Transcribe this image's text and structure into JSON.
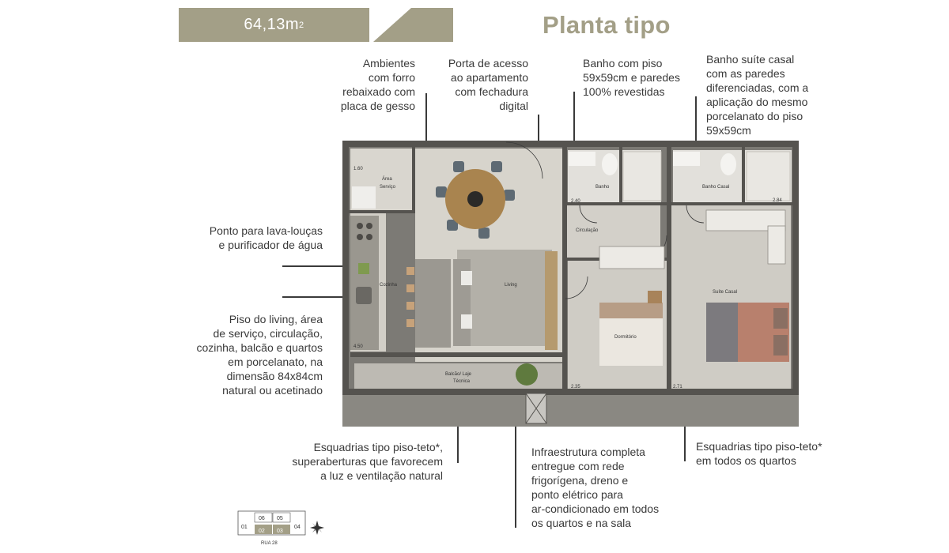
{
  "header": {
    "area_value": "64,13m",
    "area_unit_sup": "2",
    "title": "Planta tipo"
  },
  "annotations": {
    "forro": "Ambientes com forro rebaixado com placa de gesso",
    "porta": "Porta de acesso ao apartamento com fechadura digital",
    "banho": "Banho com piso 59x59cm e paredes 100% revestidas",
    "suite": "Banho suíte casal com as paredes diferenciadas, com a aplicação do mesmo porcelanato do piso 59x59cm",
    "lava": "Ponto para lava-louças e purificador de água",
    "piso": "Piso do living, área de serviço, circulação, cozinha, balcão e quartos em porcelanato, na dimensão 84x84cm natural ou acetinado",
    "esquadrias_living": "Esquadrias tipo piso-teto*, superaberturas que favorecem a luz e ventilação natural",
    "infra": "Infraestrutura completa entregue com rede frigorígena, dreno e ponto elétrico para ar-condicionado em todos os quartos e na sala",
    "esquadrias_quartos": "Esquadrias tipo piso-teto* em todos os quartos"
  },
  "annotation_lines": {
    "forro": [
      "Ambientes",
      "com forro",
      "rebaixado com",
      "placa de gesso"
    ],
    "porta": [
      "Porta de acesso",
      "ao apartamento",
      "com fechadura",
      "digital"
    ],
    "banho": [
      "Banho com piso",
      "59x59cm e paredes",
      "100% revestidas"
    ],
    "suite": [
      "Banho suíte casal",
      "com as paredes",
      "diferenciadas, com a",
      "aplicação do mesmo",
      "porcelanato do piso",
      "59x59cm"
    ],
    "lava": [
      "Ponto para lava-louças",
      "e purificador de água"
    ],
    "piso": [
      "Piso do living, área",
      "de serviço, circulação,",
      "cozinha, balcão e quartos",
      "em porcelanato, na",
      "dimensão 84x84cm",
      "natural ou acetinado"
    ],
    "esquadrias_living": [
      "Esquadrias tipo piso-teto*,",
      "superaberturas que favorecem",
      "a luz e ventilação natural"
    ],
    "infra": [
      "Infraestrutura completa",
      "entregue com rede",
      "frigorígena, dreno e",
      "ponto elétrico para",
      "ar-condicionado em todos",
      "os quartos e na sala"
    ],
    "esquadrias_quartos": [
      "Esquadrias tipo piso-teto*",
      "em todos os quartos"
    ]
  },
  "plan_labels": {
    "area_servico_1": "Área",
    "area_servico_2": "Serviço",
    "cozinha": "Cozinha",
    "living": "Living",
    "circulacao": "Circulação",
    "banho": "Banho",
    "banho_casal": "Banho Casal",
    "dormitorio": "Dormitório",
    "suite_casal": "Suíte Casal",
    "balcao_1": "Balcão/ Laje",
    "balcao_2": "Técnica",
    "dim_a": "1.60",
    "dim_b": "4.50",
    "dim_c": "2.40",
    "dim_d": "2.84",
    "dim_e": "2.35",
    "dim_f": "2.71"
  },
  "key_plan": {
    "units": [
      "01",
      "02",
      "03",
      "04",
      "05",
      "06"
    ],
    "street": "RUA 28"
  },
  "colors": {
    "accent": "#a39f87",
    "text": "#3a3a3a",
    "highlight_unit": "#a39f87"
  }
}
